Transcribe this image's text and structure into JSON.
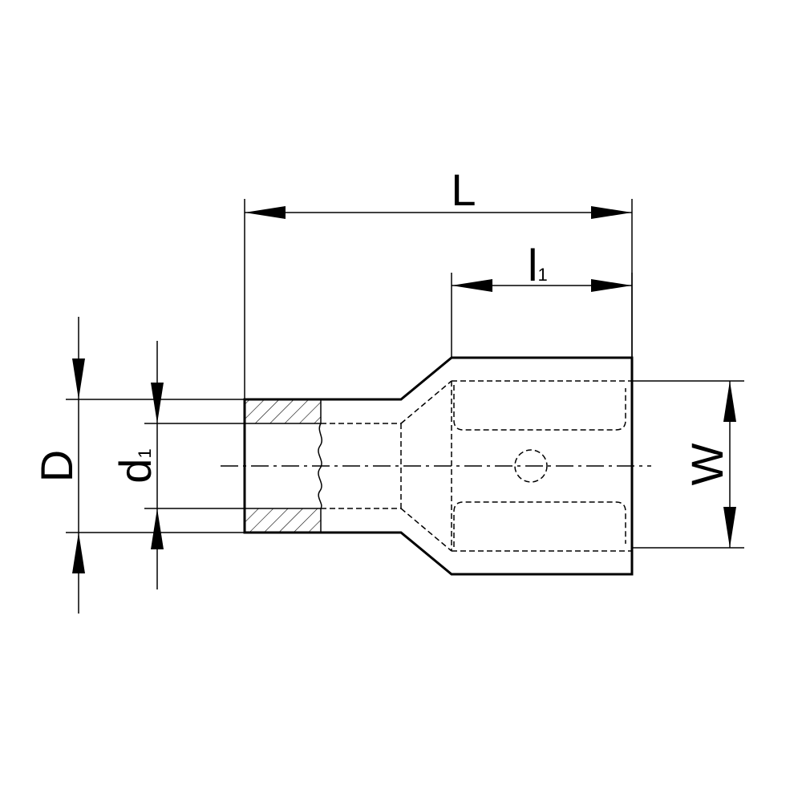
{
  "drawing": {
    "colors": {
      "ink": "#000000",
      "background": "#ffffff"
    },
    "dimensions": {
      "L": {
        "label": "L"
      },
      "l1": {
        "label": "l",
        "subscript": "1"
      },
      "D": {
        "label": "D"
      },
      "d1": {
        "label": "d",
        "subscript": "1"
      },
      "W": {
        "label": "W"
      }
    }
  }
}
